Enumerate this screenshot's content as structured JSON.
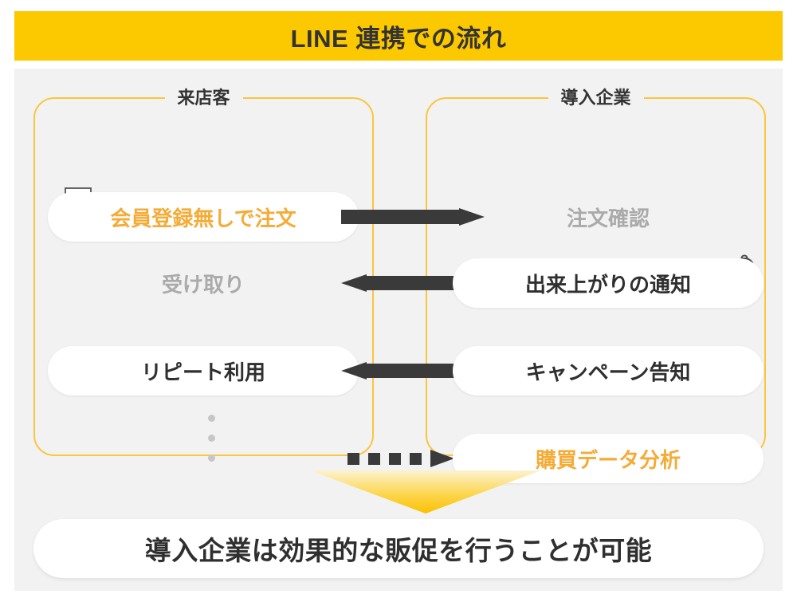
{
  "header": {
    "title": "LINE 連携での流れ",
    "banner_color": "#fcc800",
    "title_color": "#333333"
  },
  "canvas": {
    "background_color": "#f2f2f2",
    "page_background": "#ffffff"
  },
  "groups": {
    "left": {
      "label": "来店客",
      "border_color": "#fbc53c"
    },
    "right": {
      "label": "導入企業",
      "border_color": "#fbc53c"
    }
  },
  "rows": [
    {
      "left_label": "会員登録無しで注文",
      "left_style": "pill-orange",
      "right_label": "注文確認",
      "right_style": "plain-gray",
      "arrow": "solid-right",
      "left_icon": "coffee-cup-icon"
    },
    {
      "left_label": "受け取り",
      "left_style": "plain-gray",
      "right_label": "出来上がりの通知",
      "right_style": "pill-dark",
      "arrow": "solid-left",
      "right_icon": "bell-icon"
    },
    {
      "left_label": "リピート利用",
      "left_style": "pill-dark",
      "right_label": "キャンペーン告知",
      "right_style": "pill-dark",
      "arrow": "solid-left"
    },
    {
      "left_label": "",
      "left_style": "empty",
      "right_label": "購買データ分析",
      "right_style": "pill-orange",
      "arrow": "dashed-right"
    }
  ],
  "continuation_dots": {
    "count": 3,
    "color": "#c6c6c6"
  },
  "flow_arrow_down": {
    "gradient_from": "#fdf2cf",
    "gradient_to": "#fbc000"
  },
  "conclusion": {
    "text": "導入企業は効果的な販促を行うことが可能",
    "text_color": "#2f2f2f"
  },
  "colors": {
    "accent_yellow": "#fcc800",
    "accent_orange": "#f5ab36",
    "arrow_dark": "#3a3a3a",
    "muted_gray": "#aaaaaa",
    "pill_white": "#ffffff"
  }
}
